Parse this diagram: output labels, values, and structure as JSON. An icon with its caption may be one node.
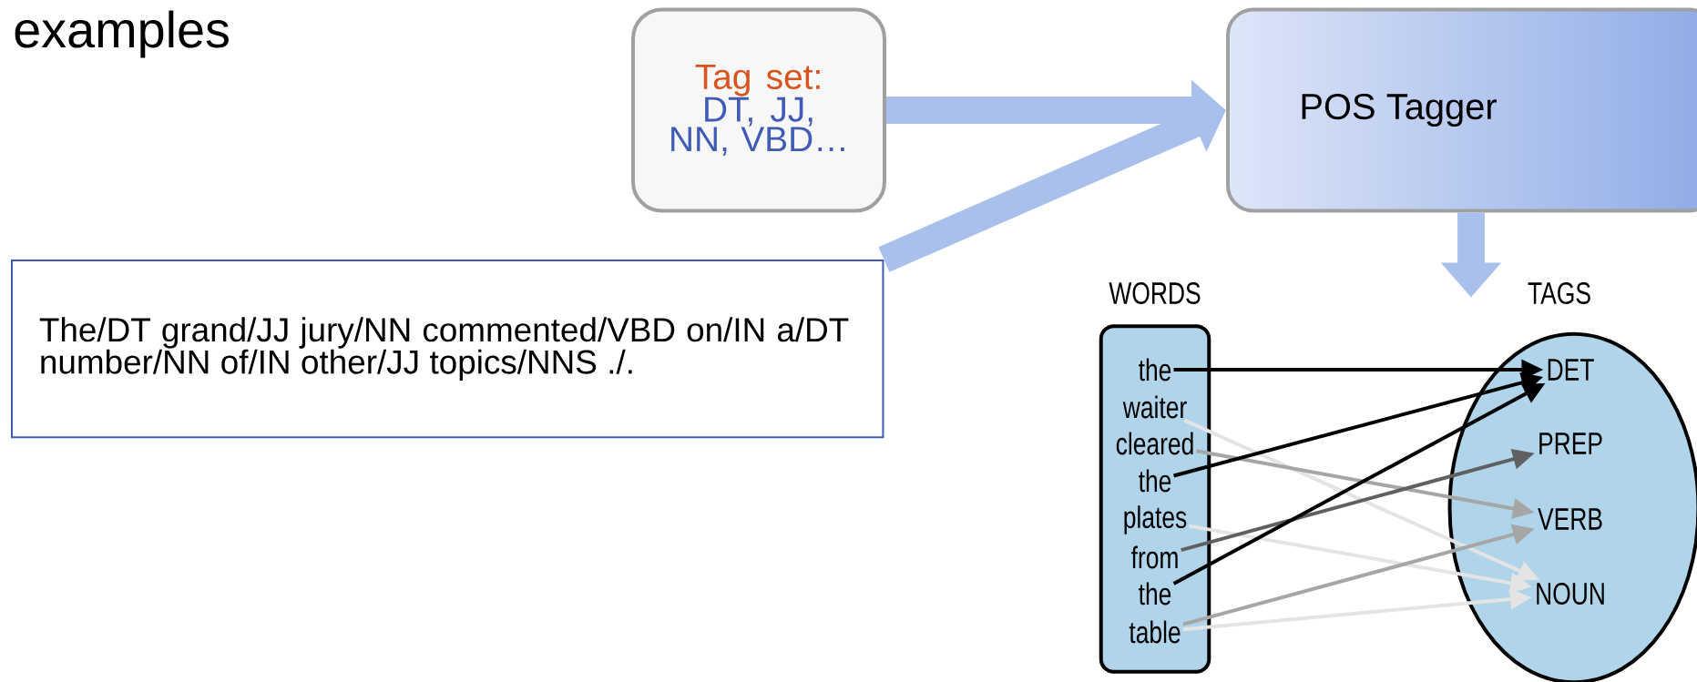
{
  "diagram": {
    "nodes": [
      {
        "text": [
          "Tag set:",
          "DT, JJ, NN, VBD…"
        ]
      },
      {
        "text": [
          "POS Tagger"
        ]
      },
      {
        "text": [
          "The/DT grand/JJ jury/NN commented/VBD on/IN a/DT number/NN of/IN other/JJ topics/NNS ./."
        ]
      },
      {
        "text": [
          "WORDS"
        ]
      },
      {
        "text": [
          "the"
        ],
        "in": 3
      },
      {
        "text": [
          "waiter"
        ],
        "in": 3
      },
      {
        "text": [
          "cleared"
        ],
        "in": 3
      },
      {
        "text": [
          "the"
        ],
        "in": 3
      },
      {
        "text": [
          "plates"
        ],
        "in": 3
      },
      {
        "text": [
          "from"
        ],
        "in": 3
      },
      {
        "text": [
          "the"
        ],
        "in": 3
      },
      {
        "text": [
          "table"
        ],
        "in": 3
      },
      {
        "text": [
          "TAGS"
        ]
      },
      {
        "text": [
          "DET"
        ],
        "in": 12
      },
      {
        "text": [
          "PREP"
        ],
        "in": 12
      },
      {
        "text": [
          "VERB"
        ],
        "in": 12
      },
      {
        "text": [
          "NOUN"
        ],
        "in": 12
      }
    ],
    "edges": [
      {
        "from": 0,
        "to": 1,
        "arrow": "to",
        "style": "thick",
        "color": "#aac0ec"
      },
      {
        "from": 2,
        "to": 1,
        "arrow": "to",
        "style": "thick",
        "color": "#aac0ec"
      },
      {
        "from": 1,
        "to": null,
        "arrow": "to",
        "style": "thick",
        "color": "#aac0ec"
      },
      {
        "from": 4,
        "to": 13,
        "arrow": "to",
        "color": "#000000"
      },
      {
        "from": 5,
        "to": 16,
        "arrow": "to",
        "color": "#e4e4e4"
      },
      {
        "from": 6,
        "to": 15,
        "arrow": "to",
        "color": "#a6a6a6"
      },
      {
        "from": 7,
        "to": 13,
        "arrow": "to",
        "color": "#000000"
      },
      {
        "from": 8,
        "to": 16,
        "arrow": "to",
        "color": "#e4e4e4"
      },
      {
        "from": 9,
        "to": 14,
        "arrow": "to",
        "color": "#606060"
      },
      {
        "from": 10,
        "to": 13,
        "arrow": "to",
        "color": "#000000"
      },
      {
        "from": 11,
        "to": 15,
        "arrow": "to",
        "color": "#a6a6a6"
      },
      {
        "from": 11,
        "to": 16,
        "arrow": "to",
        "color": "#e4e4e4"
      }
    ],
    "labels": [
      "examples"
    ]
  }
}
